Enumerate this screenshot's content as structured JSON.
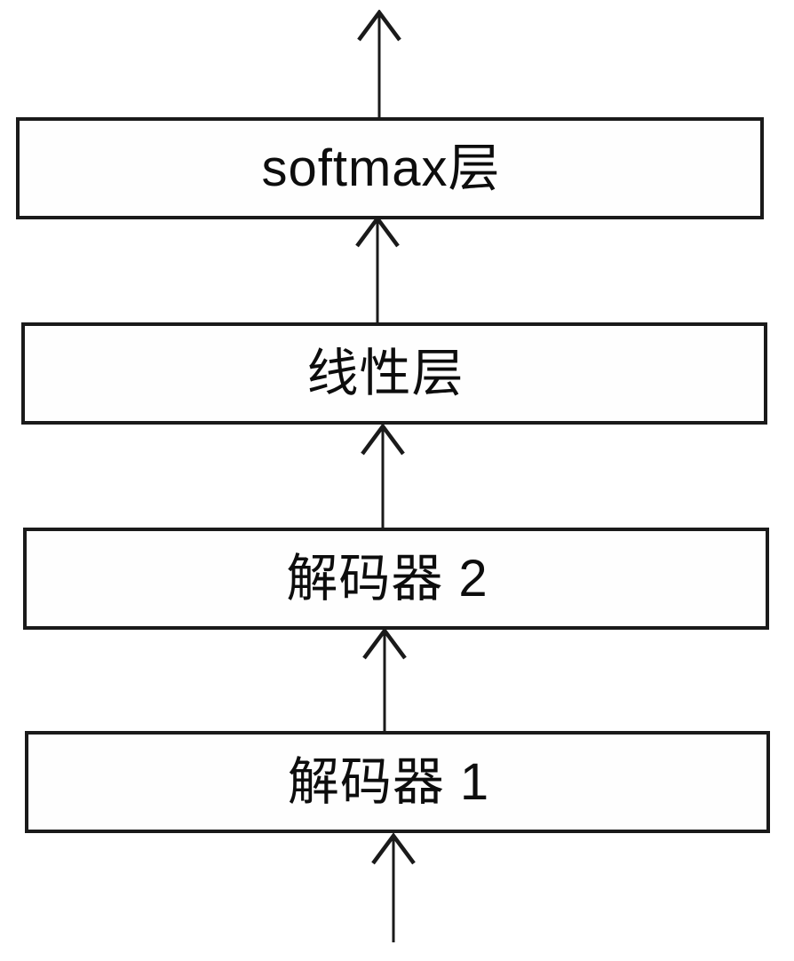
{
  "diagram": {
    "layers": [
      {
        "label": "softmax层"
      },
      {
        "label": "线性层"
      },
      {
        "label": "解码器 2"
      },
      {
        "label": "解码器 1"
      }
    ],
    "arrows": [
      {
        "name": "output-arrow",
        "direction": "up",
        "from": "softmax层",
        "to": "output"
      },
      {
        "name": "linear-to-softmax-arrow",
        "direction": "up",
        "from": "线性层",
        "to": "softmax层"
      },
      {
        "name": "decoder2-to-linear-arrow",
        "direction": "up",
        "from": "解码器 2",
        "to": "线性层"
      },
      {
        "name": "decoder1-to-decoder2-arrow",
        "direction": "up",
        "from": "解码器 1",
        "to": "解码器 2"
      },
      {
        "name": "input-arrow",
        "direction": "up",
        "from": "input",
        "to": "解码器 1"
      }
    ],
    "colors": {
      "line": "#1a1a1a",
      "text": "#0d0d0d",
      "background": "#ffffff"
    }
  }
}
